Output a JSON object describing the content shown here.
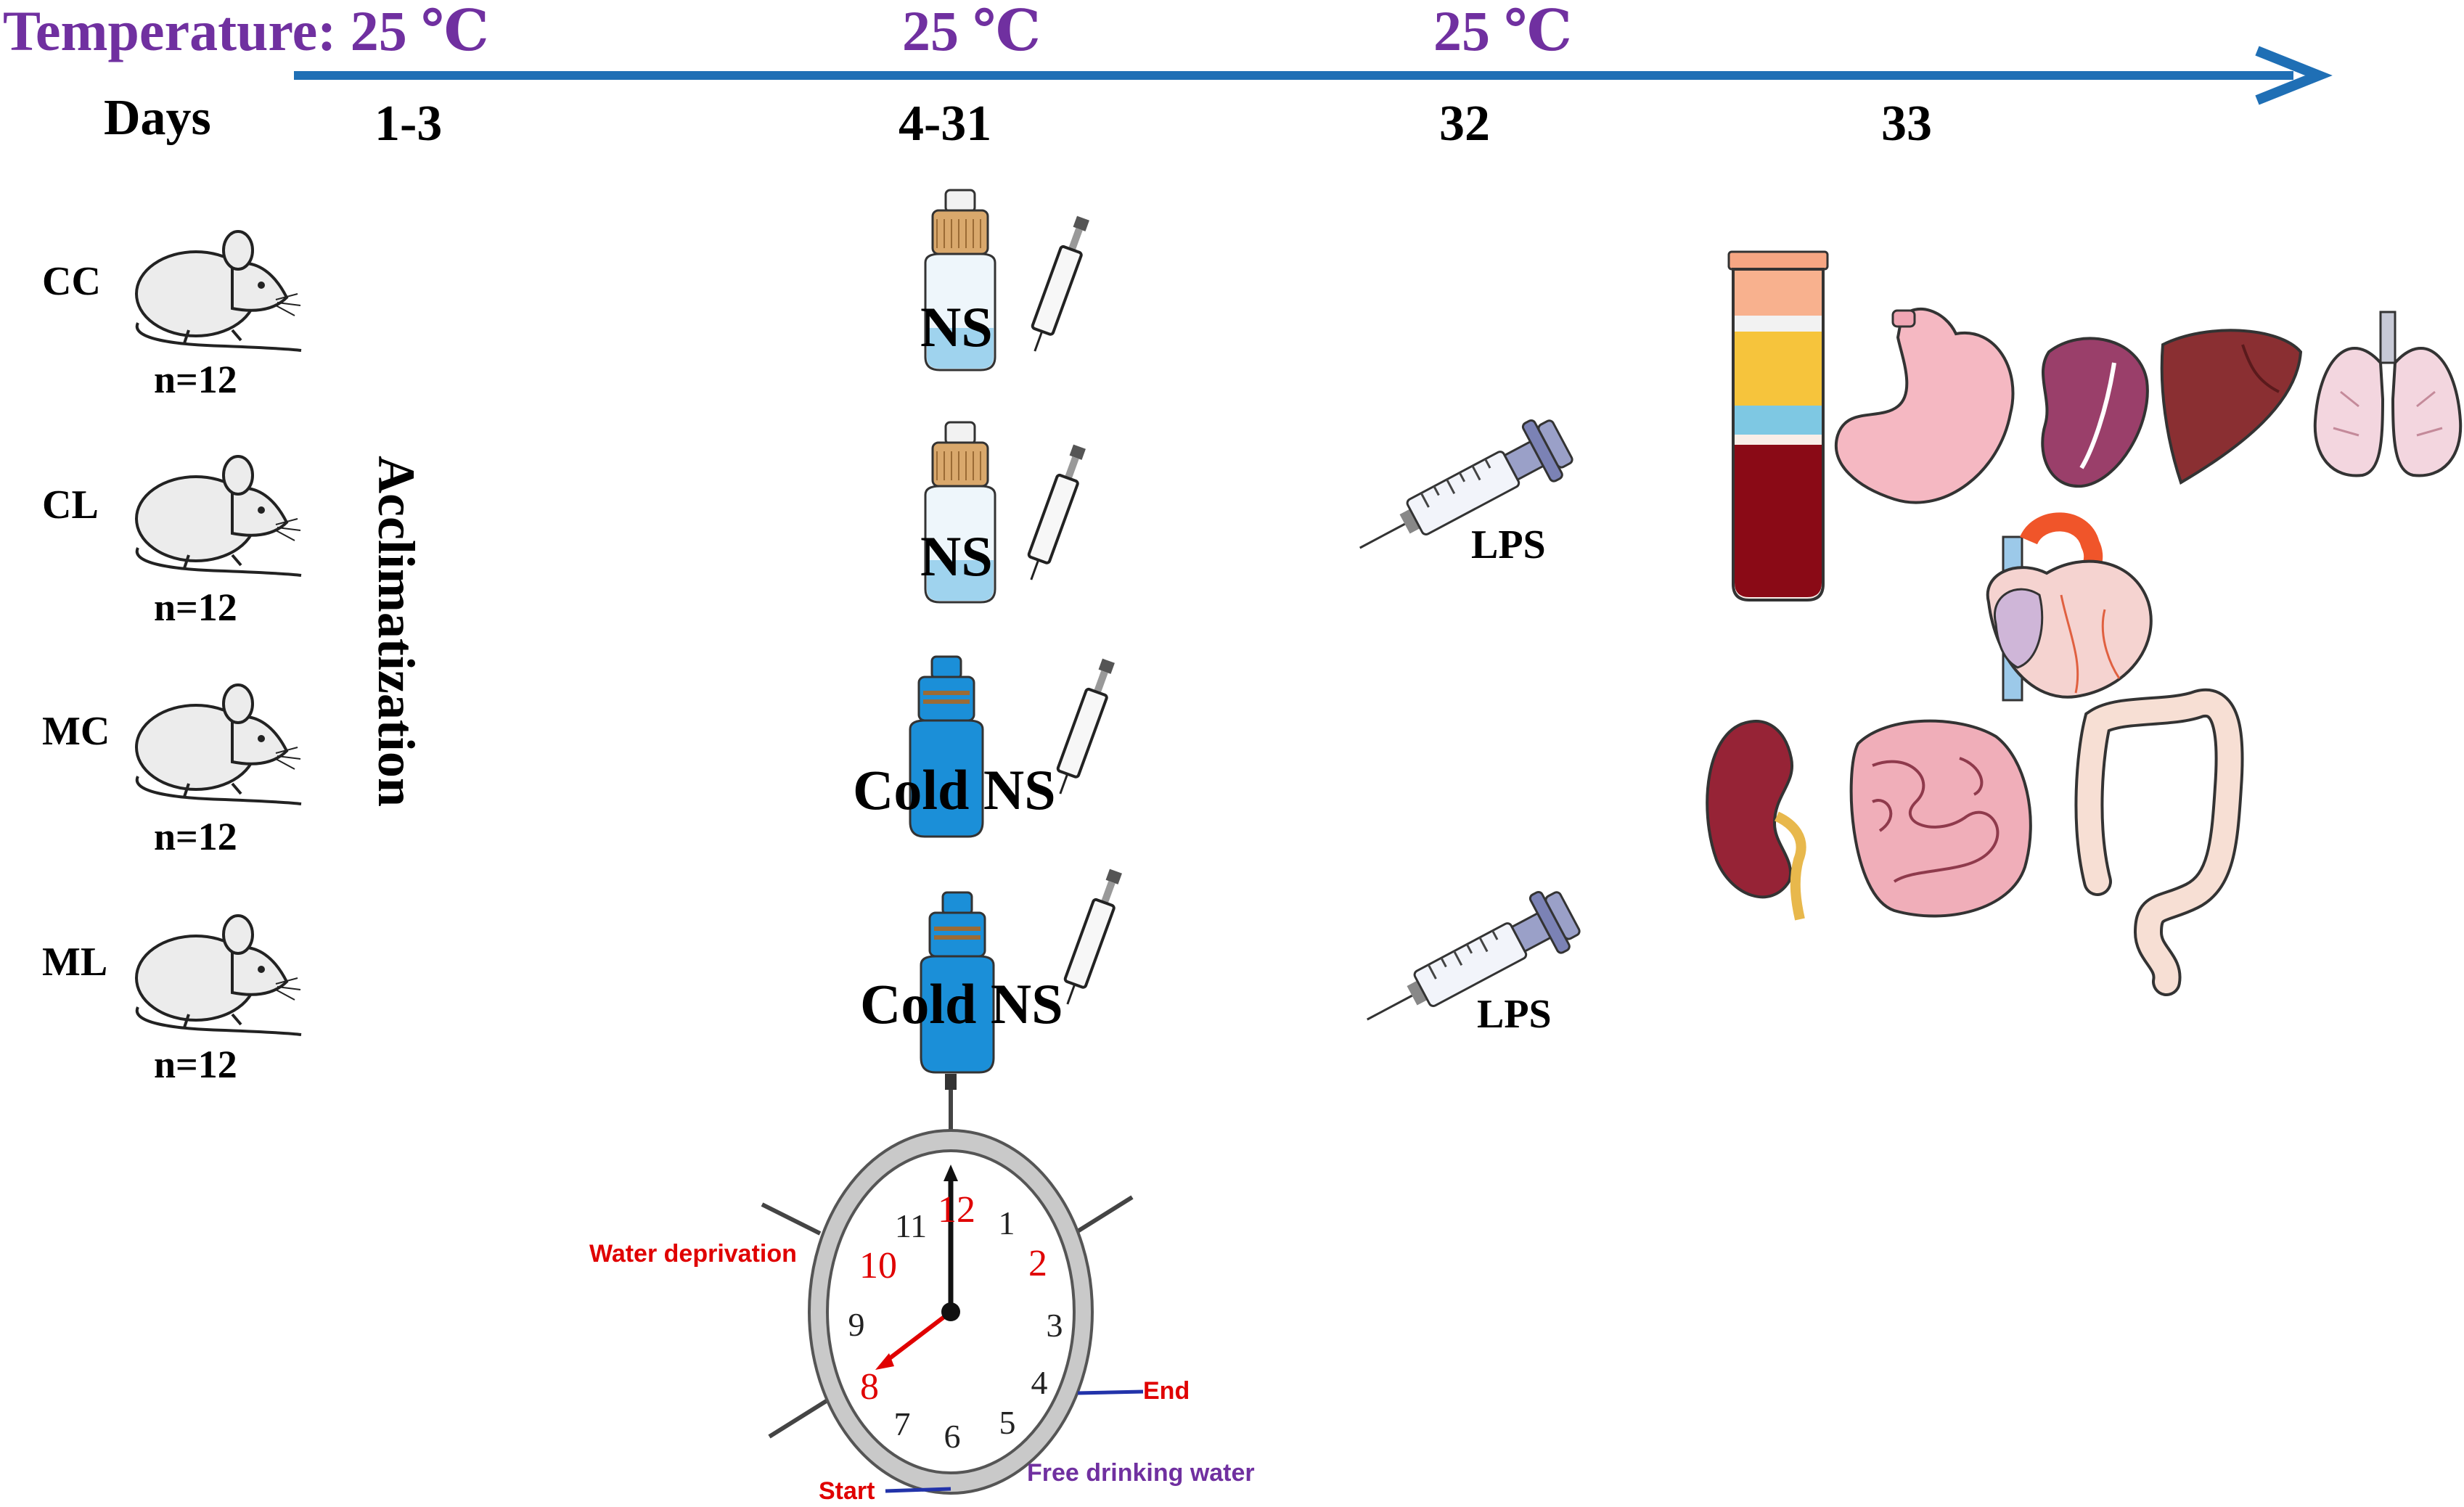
{
  "timeline": {
    "temperatures": [
      "Temperature: 25 ℃",
      "25 ℃",
      "25 ℃"
    ],
    "days_label": "Days",
    "days": [
      "1-3",
      "4-31",
      "32",
      "33"
    ],
    "arrow_color": "#1f6fb5",
    "temp_color": "#7030a0"
  },
  "groups": [
    {
      "name": "CC",
      "n": "n=12"
    },
    {
      "name": "CL",
      "n": "n=12"
    },
    {
      "name": "MC",
      "n": "n=12"
    },
    {
      "name": "ML",
      "n": "n=12"
    }
  ],
  "acclimatization": "Acclimatization",
  "treatments": [
    "NS",
    "NS",
    "Cold NS",
    "Cold NS"
  ],
  "injections": [
    "LPS",
    "LPS"
  ],
  "clock": {
    "numbers": [
      "12",
      "1",
      "2",
      "3",
      "4",
      "5",
      "6",
      "7",
      "8",
      "9",
      "10",
      "11"
    ],
    "red_numbers": [
      "12",
      "2",
      "8",
      "10"
    ],
    "water_deprivation": "Water deprivation",
    "end": "End",
    "start": "Start",
    "free_drinking_water": "Free drinking water"
  },
  "icons": {
    "mouse": "mouse-icon",
    "bottle": "dropper-bottle-icon",
    "syringe": "syringe-icon",
    "blood_tube": "blood-tube-icon",
    "stomach": "stomach-icon",
    "spleen": "spleen-icon",
    "liver": "liver-icon",
    "lungs": "lungs-icon",
    "heart": "heart-icon",
    "kidney": "kidney-icon",
    "small_intestine": "small-intestine-icon",
    "colon": "colon-icon"
  }
}
